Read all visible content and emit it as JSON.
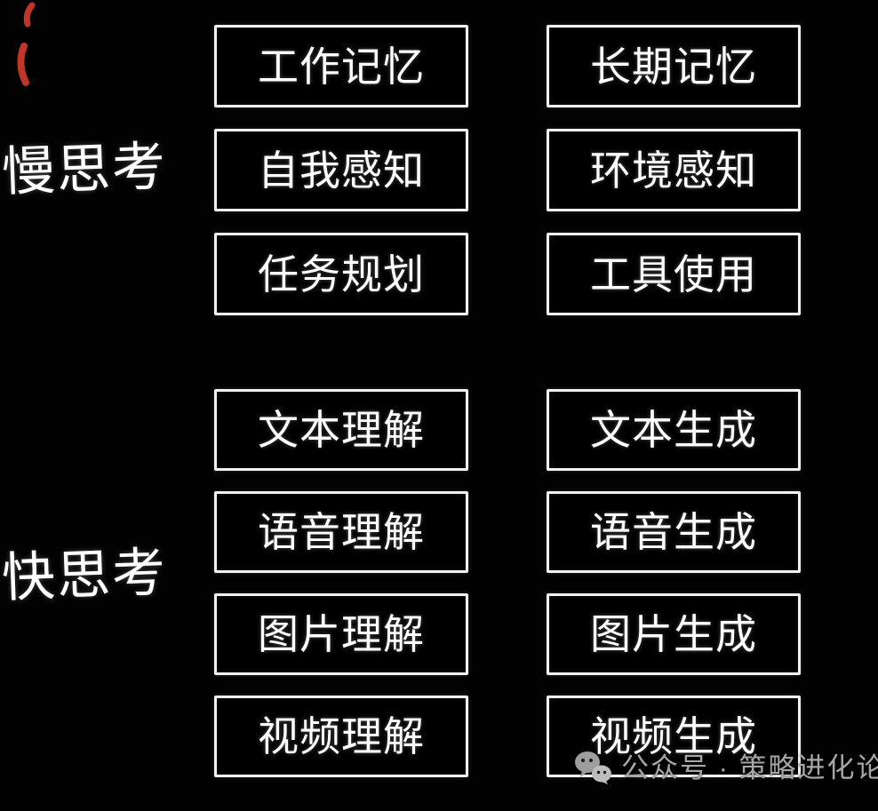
{
  "colors": {
    "background": "#020202",
    "box_border": "#f1f1f1",
    "box_text": "#ffffff",
    "label_text": "#ffffff",
    "watermark_text": "#a6a6a6",
    "annotation_red": "#c13529"
  },
  "groups": [
    {
      "label": "慢思考",
      "boxes": [
        "工作记忆",
        "长期记忆",
        "自我感知",
        "环境感知",
        "任务规划",
        "工具使用"
      ]
    },
    {
      "label": "快思考",
      "boxes": [
        "文本理解",
        "文本生成",
        "语音理解",
        "语音生成",
        "图片理解",
        "图片生成",
        "视频理解",
        "视频生成"
      ]
    }
  ],
  "watermark": {
    "icon": "wechat-icon",
    "text": "公众号 · 策略进化论"
  }
}
